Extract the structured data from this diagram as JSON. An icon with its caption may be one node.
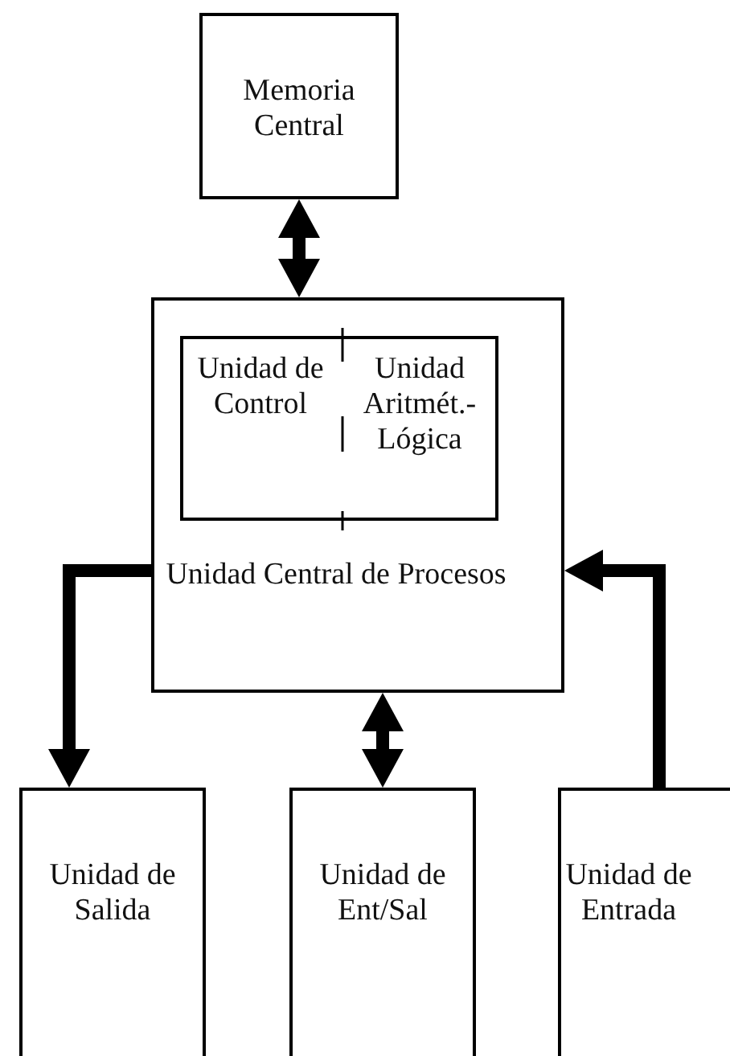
{
  "diagram": {
    "nodes": [
      {
        "text": [
          "Memoria Central"
        ]
      },
      {
        "text": [
          "Unidad Central de Procesos"
        ]
      },
      {
        "text": [
          "Unidad de Control",
          "Unidad Aritmét.- Lógica"
        ],
        "in": 1
      },
      {
        "text": [
          "Unidad de Salida"
        ]
      },
      {
        "text": [
          "Unidad de Ent/Sal"
        ]
      },
      {
        "text": [
          "Unidad de Entrada"
        ]
      }
    ],
    "edges": [
      {
        "from": 0,
        "to": 1,
        "arrow": "both"
      },
      {
        "from": 1,
        "to": 3,
        "arrow": "to"
      },
      {
        "from": 1,
        "to": 4,
        "arrow": "both"
      },
      {
        "from": 5,
        "to": 1,
        "arrow": "to"
      }
    ]
  }
}
